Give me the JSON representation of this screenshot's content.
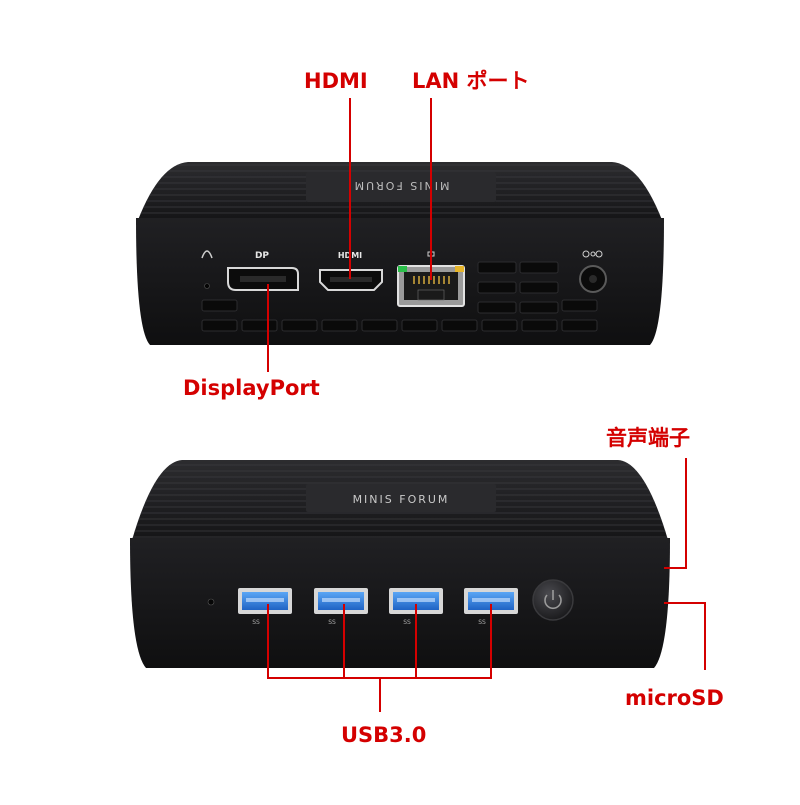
{
  "callouts": {
    "hdmi": "HDMI",
    "lan": "LAN ポート",
    "displayport": "DisplayPort",
    "audio": "音声端子",
    "microsd": "microSD",
    "usb": "USB3.0"
  },
  "device": {
    "brand": "MINIS FORUM",
    "port_labels": {
      "dp": "DP",
      "hdmi": "HDMI",
      "usb": "SS"
    }
  },
  "colors": {
    "callout": "#d40000",
    "chassis": "#1b1b1d",
    "usb_blue": "#2a7fe0",
    "lan_copper": "#c9a23a"
  },
  "icons": {
    "wifi_antenna": "antenna-icon",
    "dc_power": "dc-power-icon",
    "lan_port_icon": "network-icon",
    "power_button": "power-icon"
  }
}
